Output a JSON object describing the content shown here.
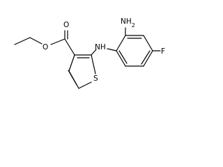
{
  "molecule": {
    "atoms": {
      "ester_carbonyl_oxygen": "O",
      "ester_ether_oxygen": "O",
      "amine_nitrogen": "NH",
      "amino_group": "NH",
      "amino_subscript": "2",
      "thiophene_sulfur": "S",
      "fluorine": "F"
    },
    "colors": {
      "bond": "#000000",
      "text": "#000000",
      "background": "#ffffff"
    }
  }
}
